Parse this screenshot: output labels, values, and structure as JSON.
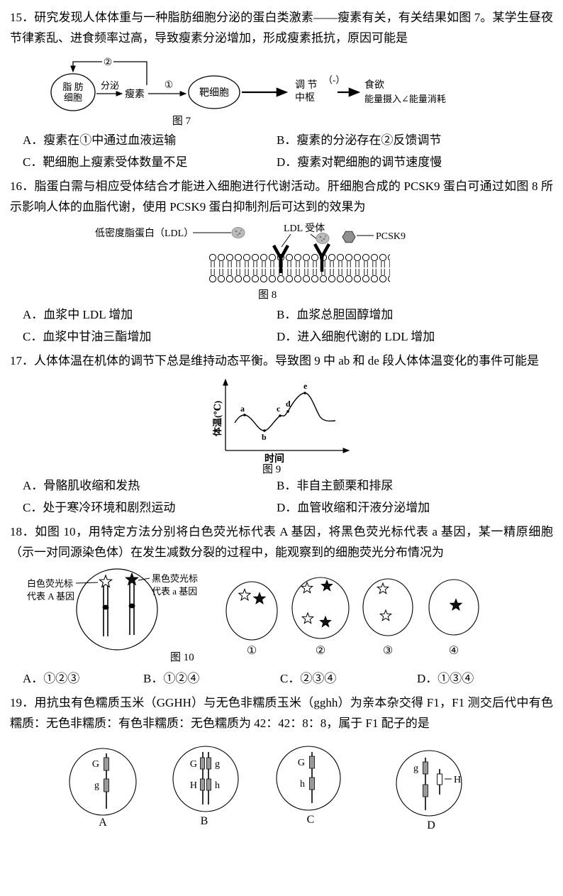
{
  "q15": {
    "stem": "15．研究发现人体体重与一种脂肪细胞分泌的蛋白类激素——瘦素有关，有关结果如图 7。某学生昼夜节律紊乱、进食频率过高，导致瘦素分泌增加，形成瘦素抵抗，原因可能是",
    "optA": "A．瘦素在①中通过血液运输",
    "optB": "B．瘦素的分泌存在②反馈调节",
    "optC": "C．靶细胞上瘦素受体数量不足",
    "optD": "D．瘦素对靶细胞的调节速度慢"
  },
  "fig7": {
    "caption": "图 7",
    "fat1": "脂 肪",
    "fat2": "细胞",
    "secrete": "分泌",
    "leptin": "瘦素",
    "c1": "①",
    "c2": "②",
    "target": "靶细胞",
    "center1": "调 节",
    "center2": "中枢",
    "minus": "（-）",
    "appetite": "食欲",
    "energy": "能量摄入∠能量消耗"
  },
  "q16": {
    "stem": "16．脂蛋白需与相应受体结合才能进入细胞进行代谢活动。肝细胞合成的 PCSK9 蛋白可通过如图 8 所示影响人体的血脂代谢，使用 PCSK9 蛋白抑制剂后可达到的效果为",
    "optA": "A．血浆中 LDL 增加",
    "optB": "B．血浆总胆固醇增加",
    "optC": "C．血浆中甘油三酯增加",
    "optD": "D．进入细胞代谢的 LDL 增加"
  },
  "fig8": {
    "caption": "图 8",
    "ldl": "低密度脂蛋白（LDL）",
    "receptor": "LDL 受体",
    "pcsk9": "PCSK9"
  },
  "q17": {
    "stem": "17．人体体温在机体的调节下总是维持动态平衡。导致图 9 中 ab 和 de 段人体体温变化的事件可能是",
    "optA": "A．骨骼肌收缩和发热",
    "optB": "B．非自主颤栗和排尿",
    "optC": "C．处于寒冷环境和剧烈运动",
    "optD": "D．血管收缩和汗液分泌增加"
  },
  "fig9": {
    "caption": "图 9",
    "ylabel": "体温(℃)",
    "xlabel": "时间",
    "pa": "a",
    "pb": "b",
    "pc": "c",
    "pd": "d",
    "pe": "e"
  },
  "q18": {
    "stem": "18．如图 10，用特定方法分别将白色荧光标代表 A 基因，将黑色荧光标代表 a 基因，某一精原细胞（示一对同源染色体）在发生减数分裂的过程中，能观察到的细胞荧光分布情况为",
    "optA": "A．①②③",
    "optB": "B．①②④",
    "optC": "C．②③④",
    "optD": "D．①③④"
  },
  "fig10": {
    "caption": "图 10",
    "white1": "白色荧光标",
    "white2": "代表 A 基因",
    "black1": "黑色荧光标",
    "black2": "代表 a 基因",
    "n1": "①",
    "n2": "②",
    "n3": "③",
    "n4": "④"
  },
  "q19": {
    "stem": "19．用抗虫有色糯质玉米（GGHH）与无色非糯质玉米（gghh）为亲本杂交得 F1，F1 测交后代中有色糯质：无色非糯质：有色非糯质：无色糯质为 42：42：8：8，属于 F1 配子的是"
  },
  "fig11": {
    "gA_top": "G",
    "gA_bot": "g",
    "gB_tl": "G",
    "gB_tr": "g",
    "gB_bl": "H",
    "gB_br": "h",
    "gC_top": "G",
    "gC_bot": "h",
    "gD_left": "g",
    "gD_right": "H",
    "lA": "A",
    "lB": "B",
    "lC": "C",
    "lD": "D"
  }
}
